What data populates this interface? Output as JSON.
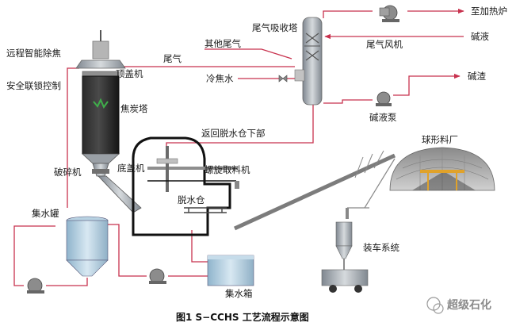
{
  "diagram": {
    "labels": {
      "to_furnace": "至加热炉",
      "tail_gas_absorber": "尾气吸收塔",
      "other_tail_gas": "其他尾气",
      "caustic": "碱液",
      "tail_gas_fan": "尾气风机",
      "remote_decoking": "远程智能除焦",
      "top_head": "顶盖机",
      "tail_gas": "尾气",
      "safety_interlock": "安全联锁控制",
      "cold_coke_water": "冷焦水",
      "caustic_residue": "碱渣",
      "coke_drum": "焦炭塔",
      "caustic_pump": "碱液泵",
      "return_dewatering": "返回脱水仓下部",
      "spherical_yard": "球形料厂",
      "crusher": "破碎机",
      "bottom_head": "底盖机",
      "screw_reclaimer": "螺旋取料机",
      "dewatering_bin": "脱水仓",
      "water_tank": "集水罐",
      "loading_system": "装车系统",
      "water_box": "集水箱"
    },
    "caption": "图1   S−CCHS 工艺流程示意图",
    "watermark": "超级石化"
  },
  "colors": {
    "pipe": "#c8324e",
    "coke_drum_body": "#1c1c1c",
    "steel": "#9aa3aa",
    "tank_blue": "#a8c8dc",
    "text": "#1a1a1a"
  }
}
